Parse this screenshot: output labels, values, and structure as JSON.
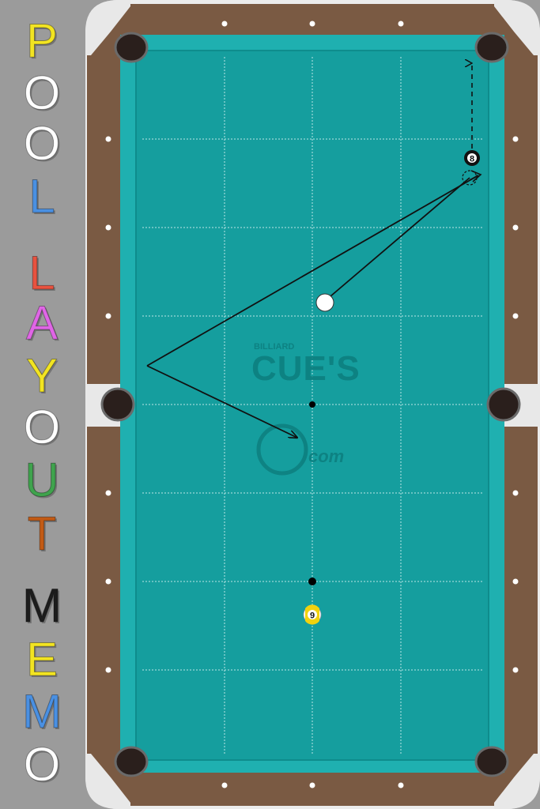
{
  "title": {
    "letters": [
      {
        "char": "P",
        "color": "#f2e422"
      },
      {
        "char": "O",
        "color": "#ffffff"
      },
      {
        "char": "O",
        "color": "#ffffff"
      },
      {
        "char": "L",
        "color": "#4a90e2"
      },
      {
        "char": "L",
        "color": "#e8523f"
      },
      {
        "char": "A",
        "color": "#e066e6"
      },
      {
        "char": "Y",
        "color": "#f2e422"
      },
      {
        "char": "O",
        "color": "#ffffff"
      },
      {
        "char": "U",
        "color": "#3fa34d"
      },
      {
        "char": "T",
        "color": "#c25a14"
      },
      {
        "char": "M",
        "color": "#1c1c1c"
      },
      {
        "char": "E",
        "color": "#f2e422"
      },
      {
        "char": "M",
        "color": "#4a90e2"
      },
      {
        "char": "O",
        "color": "#ffffff"
      }
    ]
  },
  "table": {
    "cloth_color": "#159e9e",
    "rail_color": "#7a5a43",
    "cushion_color": "#1aa7a8",
    "pocket_color": "#2a1f1c",
    "frame_color": "#e8e8e8",
    "diamond_color": "#ffffff"
  },
  "watermark": {
    "small": "BILLIARD",
    "brand": "CUE'S",
    "domain": "com"
  },
  "balls": [
    {
      "id": "cue-ball",
      "label": "",
      "type": "cue"
    },
    {
      "id": "ball-8",
      "label": "8",
      "type": "eight"
    },
    {
      "id": "ball-9",
      "label": "9",
      "type": "nine"
    }
  ]
}
